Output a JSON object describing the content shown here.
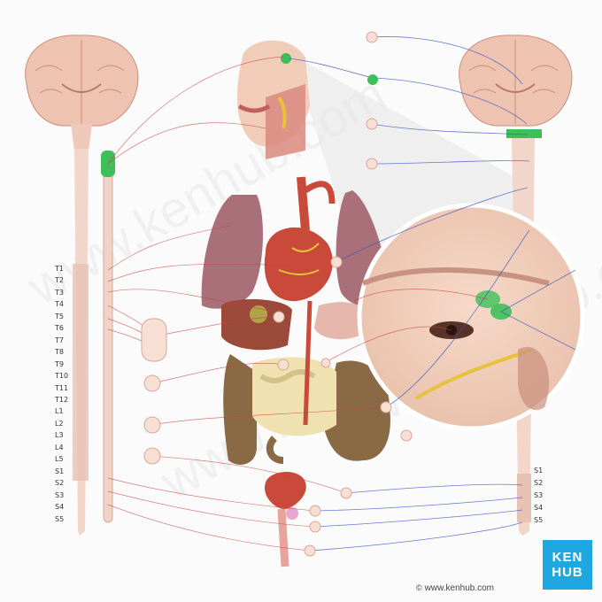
{
  "levels_left": [
    "T1",
    "T2",
    "T3",
    "T4",
    "T5",
    "T6",
    "T7",
    "T8",
    "T9",
    "T10",
    "T11",
    "T12",
    "L1",
    "L2",
    "L3",
    "L4",
    "L5",
    "S1",
    "S2",
    "S3",
    "S4",
    "S5"
  ],
  "levels_right": [
    "S1",
    "S2",
    "S3",
    "S4",
    "S5"
  ],
  "logo": {
    "line1": "KEN",
    "line2": "HUB"
  },
  "site": {
    "reg": "©",
    "url": "www.kenhub.com"
  },
  "watermark": "www.kenhub.com",
  "colors": {
    "sympathetic": "#c8423a",
    "parasympathetic": "#3552c7",
    "highlight": "#3fbf5a",
    "tissue": "#f2d8cb",
    "brain": "#e8b9a6"
  }
}
